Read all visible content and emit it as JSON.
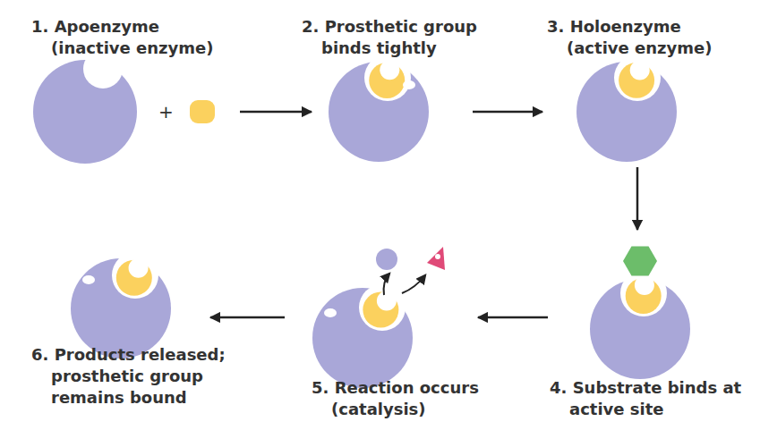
{
  "diagram": {
    "nodes": [
      {
        "text": [
          "1. Apoenzyme (inactive enzyme)"
        ]
      },
      {
        "text": [
          "2. Prosthetic group binds tightly"
        ]
      },
      {
        "text": [
          "3. Holoenzyme (active enzyme)"
        ]
      },
      {
        "text": [
          "4. Substrate binds at active site"
        ]
      },
      {
        "text": [
          "5. Reaction occurs (catalysis)"
        ]
      },
      {
        "text": [
          "6. Products released; prosthetic group remains bound"
        ]
      }
    ],
    "edges": [
      {
        "from": 0,
        "to": 1,
        "arrow": "to"
      },
      {
        "from": 1,
        "to": 2,
        "arrow": "to"
      },
      {
        "from": 2,
        "to": 3,
        "arrow": "to"
      },
      {
        "from": 3,
        "to": 4,
        "arrow": "to"
      },
      {
        "from": 4,
        "to": 5,
        "arrow": "to"
      }
    ],
    "labels": [
      "+"
    ]
  }
}
